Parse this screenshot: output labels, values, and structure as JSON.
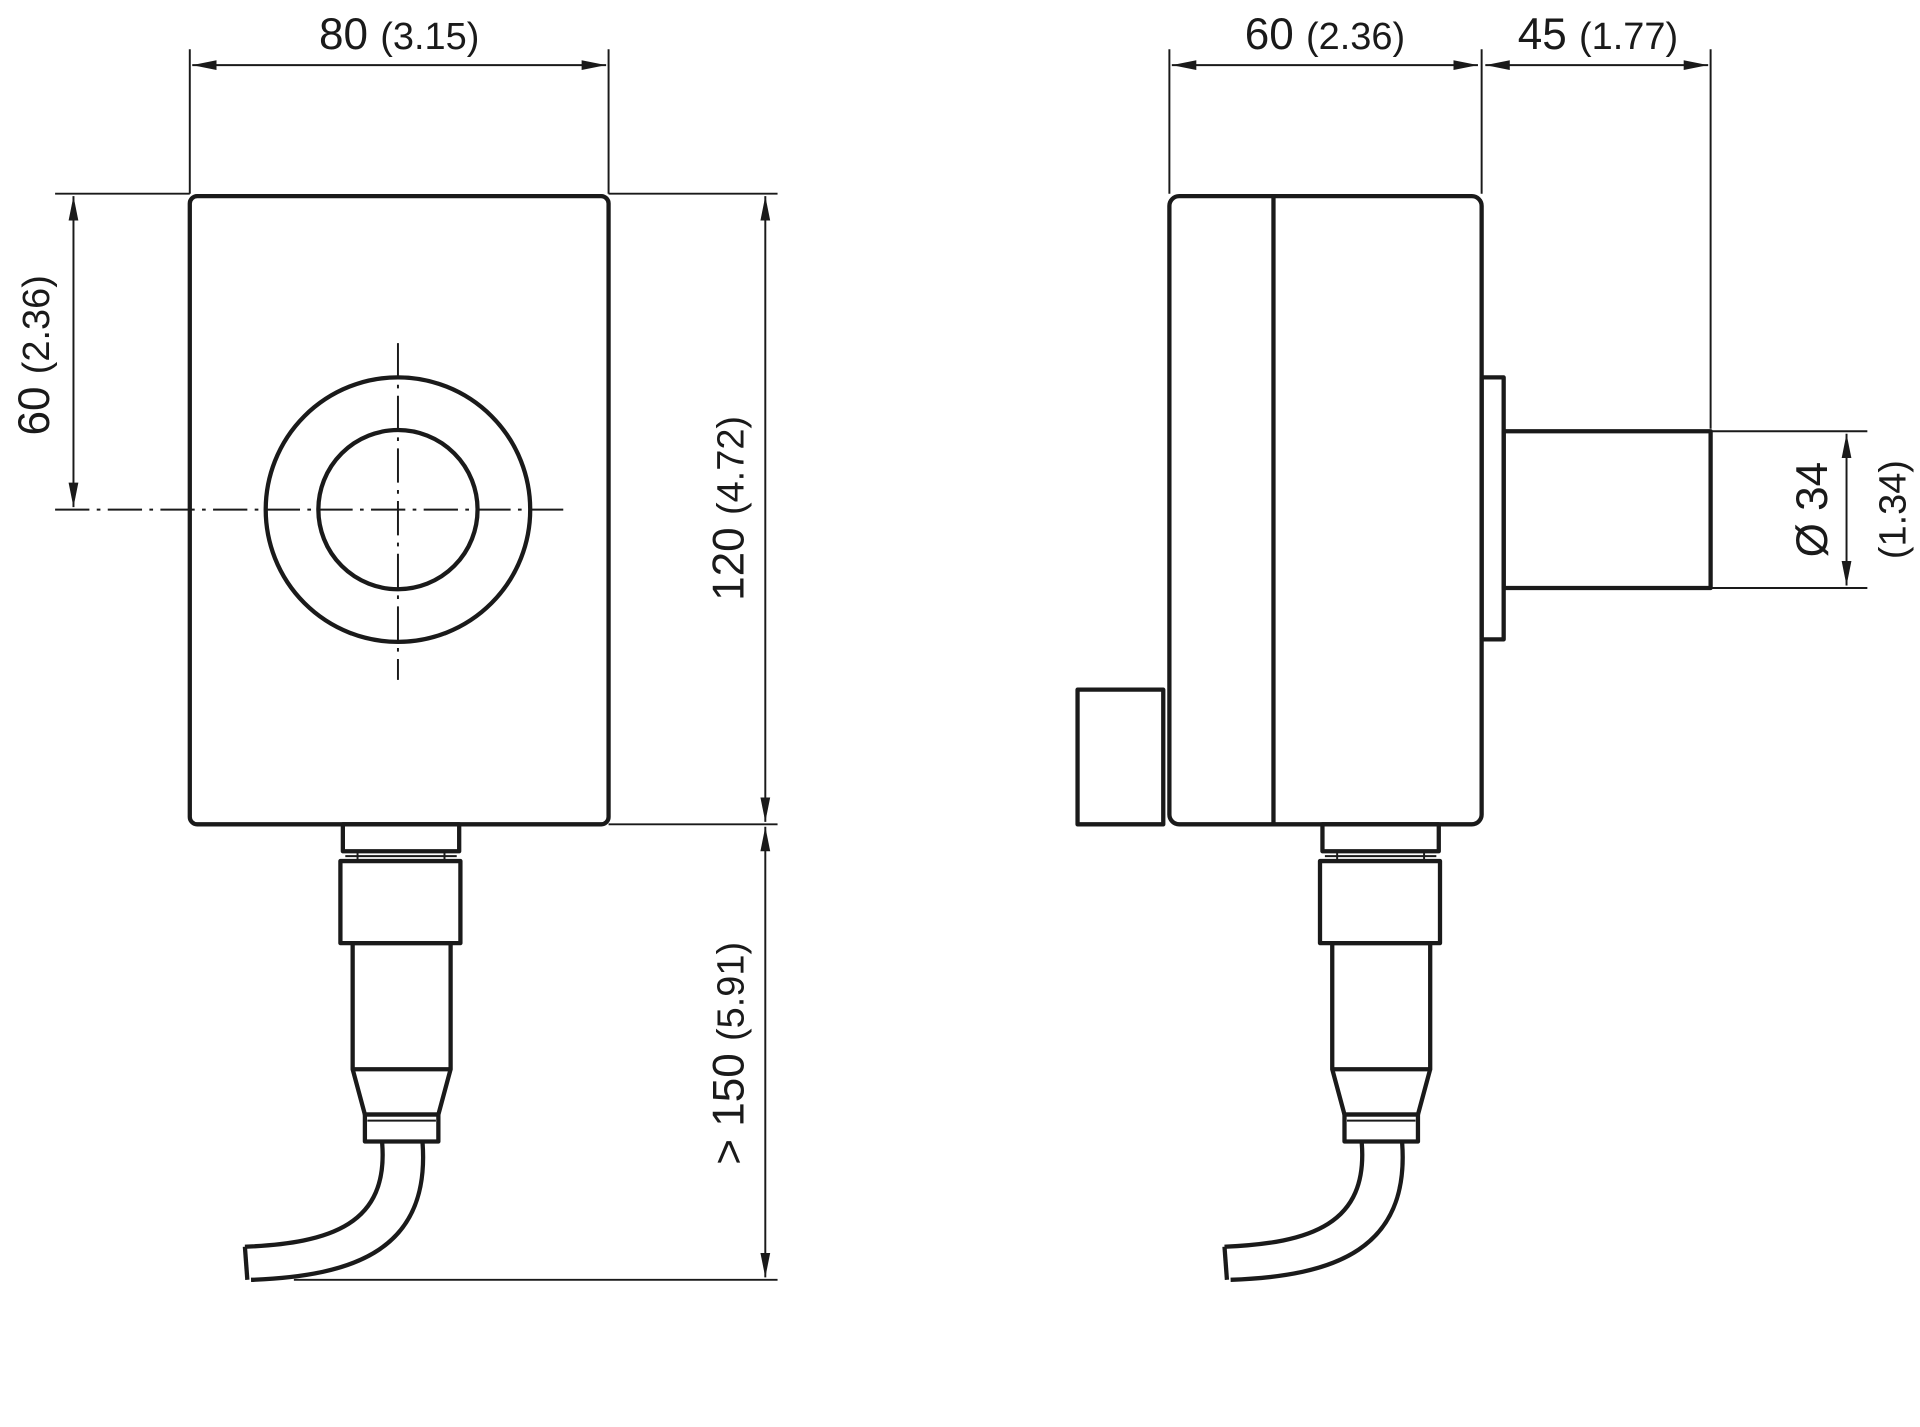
{
  "title": "Dimensional drawing",
  "front_view": {
    "width_dim": {
      "value": "80",
      "inch": "(3.15)"
    },
    "center_height_dim": {
      "value": "60",
      "inch": "(2.36)"
    },
    "height_dim": {
      "value": "120",
      "inch": "(4.72)"
    },
    "cable_dim": {
      "value": "> 150",
      "inch": "(5.91)"
    }
  },
  "side_view": {
    "depth_dim": {
      "value": "60",
      "inch": "(2.36)"
    },
    "shaft_length_dim": {
      "value": "45",
      "inch": "(1.77)"
    },
    "shaft_diameter_dim": {
      "value": "Ø 34",
      "inch": "(1.34)"
    }
  }
}
